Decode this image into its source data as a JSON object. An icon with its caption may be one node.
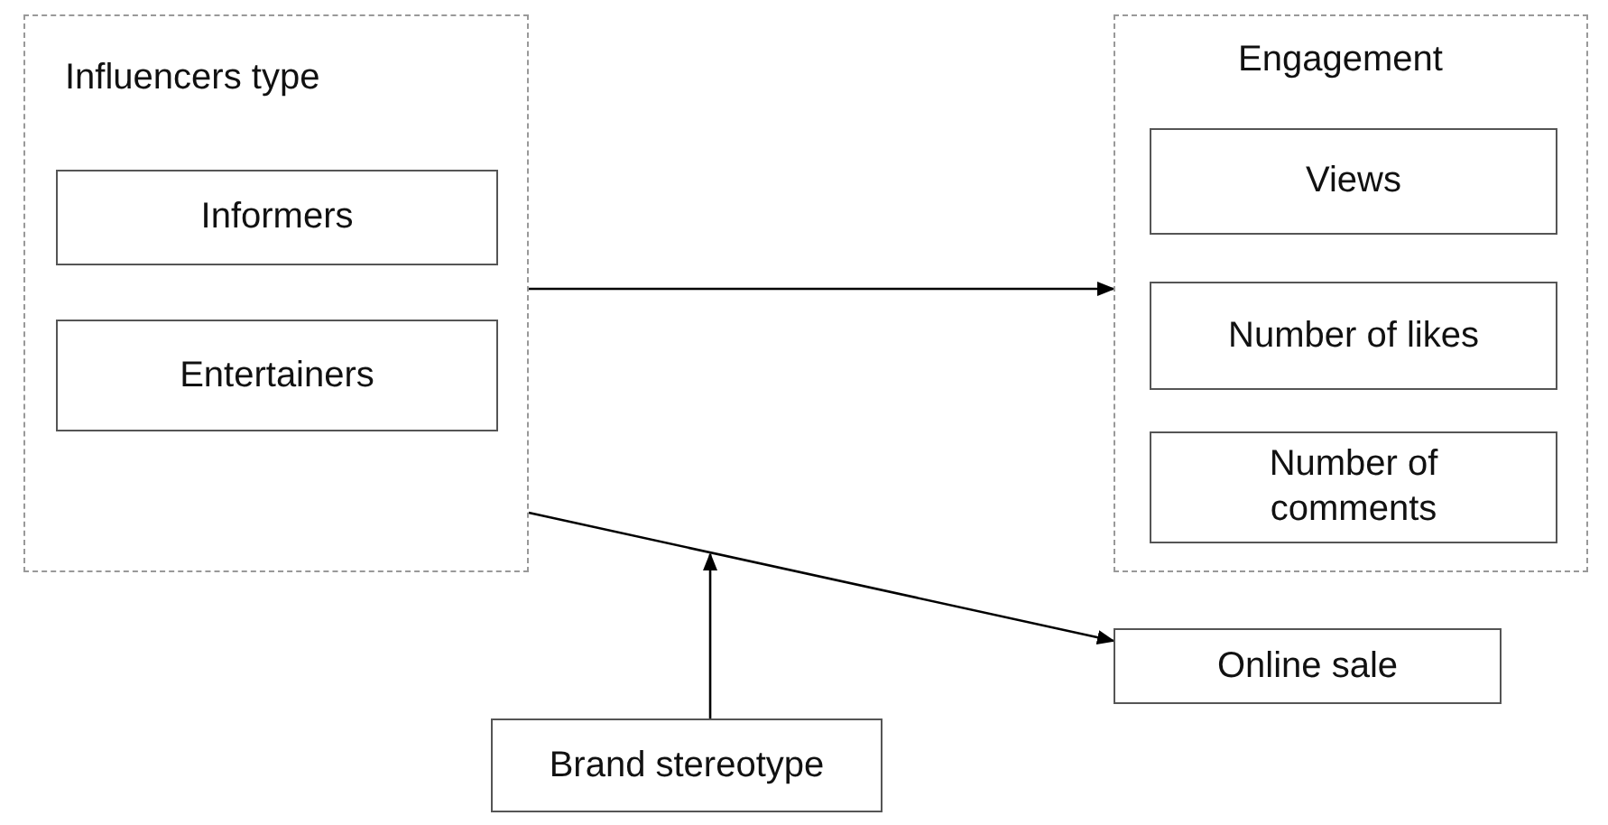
{
  "diagram": {
    "nodes": [
      {
        "text": [
          "Influencers type"
        ]
      },
      {
        "text": [
          "Informers"
        ],
        "in": 0
      },
      {
        "text": [
          "Entertainers"
        ],
        "in": 0
      },
      {
        "text": [
          "Engagement"
        ]
      },
      {
        "text": [
          "Views"
        ],
        "in": 3
      },
      {
        "text": [
          "Number of likes"
        ],
        "in": 3
      },
      {
        "text": [
          "Number of comments"
        ],
        "in": 3
      },
      {
        "text": [
          "Online sale"
        ]
      },
      {
        "text": [
          "Brand stereotype"
        ]
      }
    ],
    "edges": [
      {
        "from": 0,
        "to": 3,
        "arrow": "to"
      },
      {
        "from": 0,
        "to": 7,
        "arrow": "to"
      },
      {
        "from": 8,
        "to": null,
        "arrow": "to"
      }
    ]
  }
}
